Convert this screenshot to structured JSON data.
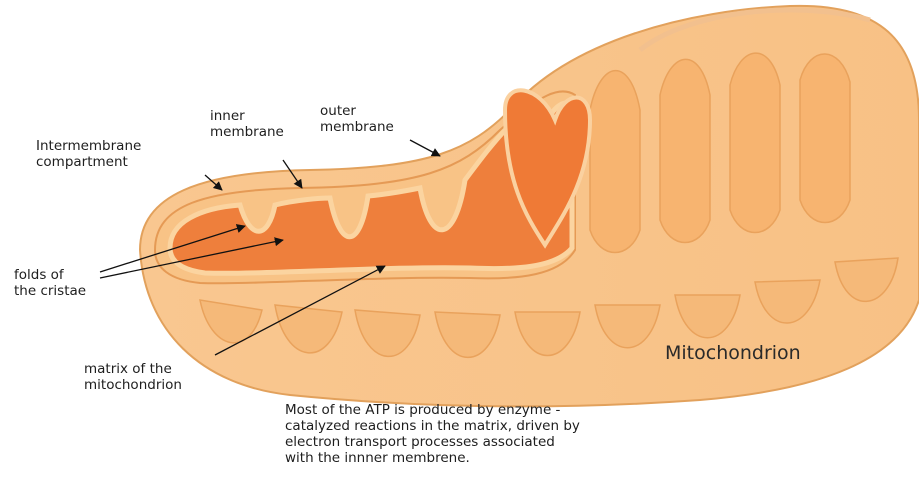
{
  "labels": {
    "intermembrane": [
      "Intermembrane",
      "compartment"
    ],
    "inner": [
      "inner",
      "membrane"
    ],
    "outer": [
      "outer",
      "membrane"
    ],
    "folds": [
      "folds of",
      "the cristae"
    ],
    "matrix": [
      "matrix of the",
      "mitochondrion"
    ]
  },
  "title": "Mitochondrion",
  "caption": [
    "Most of the ATP is produced by enzyme -",
    "catalyzed reactions in the matrix, driven by",
    "electron transport processes associated",
    "with the innner membrene."
  ],
  "colors": {
    "outer_body": "#f8c489",
    "outer_body_light": "#fbd8a8",
    "membrane_band": "#f6b06a",
    "inner_fold": "#fbd4a0",
    "matrix": "#ee7f3c",
    "matrix_dark": "#e06a2a",
    "outline": "#d98a3f",
    "arrow": "#111111"
  }
}
